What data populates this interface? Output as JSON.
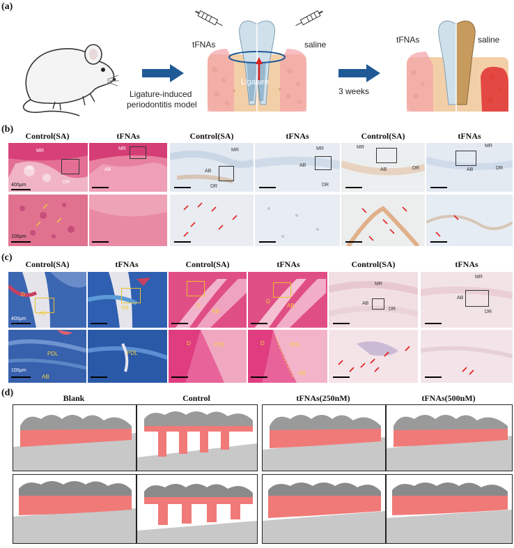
{
  "panels": {
    "a": {
      "label": "(a)",
      "tfnas_label": "tFNAs",
      "saline_label": "saline",
      "ligature_label": "Ligature",
      "model_line1": "Ligature-induced",
      "model_line2": "periodontitis model",
      "weeks_label": "3 weeks",
      "result_tfnas_label": "tFNAs",
      "result_saline_label": "saline"
    },
    "b": {
      "label": "(b)",
      "titles": [
        "Control(SA)",
        "tFNAs",
        "Control(SA)",
        "tFNAs",
        "Control(SA)",
        "tFNAs"
      ],
      "scale_top": "400μm",
      "scale_bottom": "100μm",
      "annotations": {
        "mr": "MR",
        "ab": "AB",
        "dr": "DR"
      }
    },
    "c": {
      "label": "(c)",
      "titles": [
        "Control(SA)",
        "tFNAs",
        "Control(SA)",
        "tFNAs",
        "Control(SA)",
        "tFNAs"
      ],
      "scale_top": "400μm",
      "scale_bottom": "100μm",
      "annotations": {
        "d": "D",
        "ab": "AB",
        "mr": "MR",
        "dr": "DR",
        "pdl": "PDL"
      }
    },
    "d": {
      "label": "(d)",
      "titles": [
        "Blank",
        "Control",
        "tFNAs(250nM)",
        "tFNAs(500nM)"
      ]
    }
  },
  "colors": {
    "arrow_blue": "#1f5a96",
    "he_pink": "#e05a8a",
    "ihc_blue": "#c9d6e6",
    "masson_blue": "#3a68b5",
    "highlight_red": "#f07a78",
    "yellow_box": "#e8c02a"
  }
}
